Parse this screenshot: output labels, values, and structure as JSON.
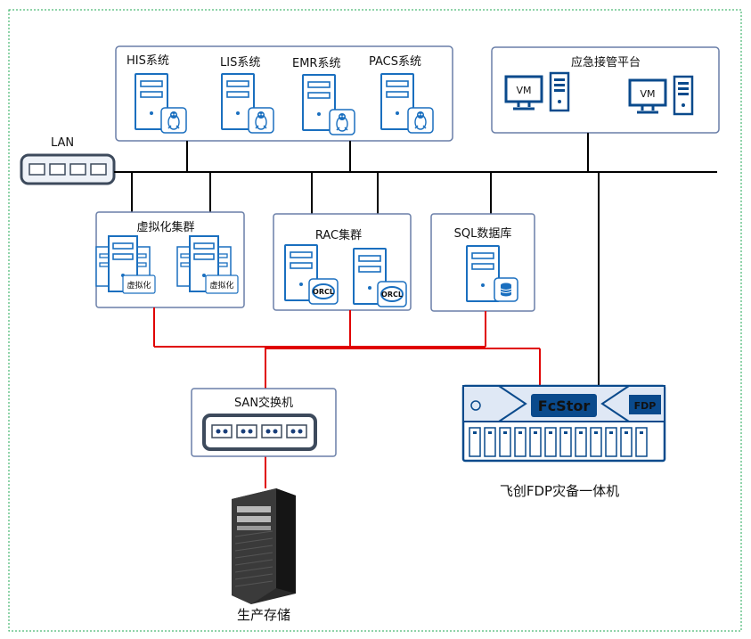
{
  "network": {
    "lan_label": "LAN"
  },
  "business_systems": {
    "his": "HIS系统",
    "lis": "LIS系统",
    "emr": "EMR系统",
    "pacs": "PACS系统"
  },
  "emergency_platform": {
    "title": "应急接管平台",
    "vm1": "VM",
    "vm2": "VM"
  },
  "virtualization_cluster": {
    "title": "虚拟化集群",
    "badge1": "虚拟化",
    "badge2": "虚拟化"
  },
  "rac_cluster": {
    "title": "RAC集群",
    "oracle_badge1": "ORCL",
    "oracle_badge2": "ORCL"
  },
  "sql_database": {
    "title": "SQL数据库"
  },
  "san_switch": {
    "title": "SAN交换机"
  },
  "fdp_appliance": {
    "brand": "FcStor",
    "model": "FDP",
    "caption": "飞创FDP灾备一体机"
  },
  "production_storage": {
    "caption": "生产存储"
  },
  "colors": {
    "frame_border": "#22aa55",
    "box_border": "#6a7fa8",
    "lan_line": "#000000",
    "san_line": "#e00000",
    "device_blue": "#0a4a8c",
    "server_blue": "#1a6fbf"
  }
}
